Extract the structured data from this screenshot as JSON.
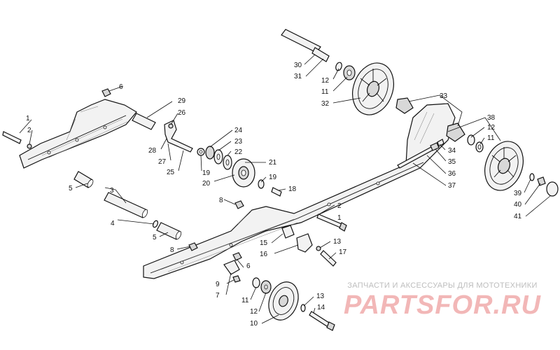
{
  "diagram": {
    "title": "",
    "callouts": [
      "1",
      "2",
      "3",
      "4",
      "5",
      "6",
      "7",
      "8",
      "9",
      "10",
      "11",
      "12",
      "13",
      "14",
      "15",
      "16",
      "17",
      "18",
      "19",
      "20",
      "21",
      "22",
      "23",
      "24",
      "25",
      "26",
      "27",
      "28",
      "29",
      "30",
      "31",
      "32",
      "33",
      "34",
      "35",
      "36",
      "37",
      "38",
      "39",
      "40",
      "41"
    ]
  },
  "watermark": {
    "caption": "ЗАПЧАСТИ И АКСЕССУАРЫ ДЛЯ МОТОТЕХНИКИ",
    "logo": "PARTSFOR.RU",
    "logo_color": "#f2b7b7"
  }
}
